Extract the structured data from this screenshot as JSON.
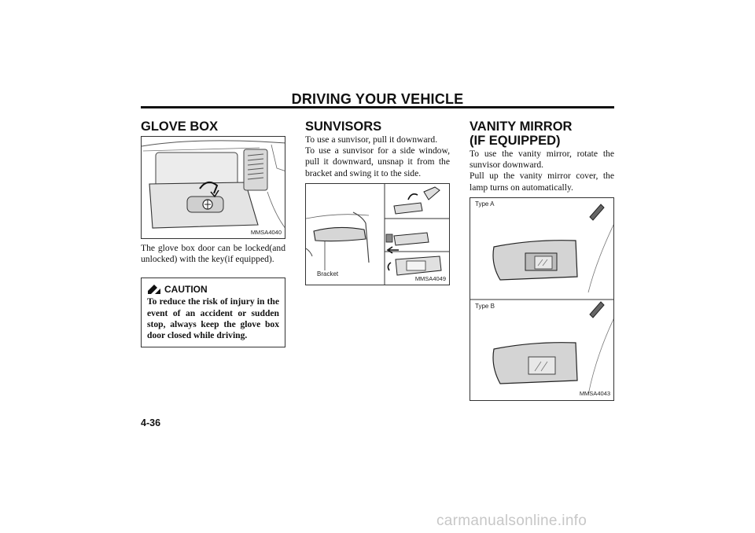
{
  "header": {
    "title": "DRIVING YOUR VEHICLE"
  },
  "glove_box": {
    "heading": "GLOVE BOX",
    "figure_code": "MMSA4040",
    "text": "The glove box door can be locked(and unlocked) with the key(if equipped).",
    "caution": {
      "title": "CAUTION",
      "icon": "caution-pencil-icon",
      "text": "To reduce the risk of injury in the event of an accident or sudden stop, always keep the glove box door closed while driving."
    }
  },
  "sunvisors": {
    "heading": "SUNVISORS",
    "text_1": "To use a sunvisor, pull it downward.",
    "text_2": "To use a sunvisor for a side window, pull it downward, unsnap it from the bracket and swing it to the side.",
    "figure_label": "Bracket",
    "figure_code": "MMSA4049"
  },
  "vanity_mirror": {
    "heading_line1": "VANITY MIRROR",
    "heading_line2": "(IF EQUIPPED)",
    "text_1": "To use the vanity mirror, rotate the sunvisor downward.",
    "text_2": "Pull up the vanity mirror cover, the lamp turns on automatically.",
    "type_a": "Type A",
    "type_b": "Type B",
    "figure_code": "MMSA4043"
  },
  "page_number": "4-36",
  "watermark": "carmanualsonline.info"
}
